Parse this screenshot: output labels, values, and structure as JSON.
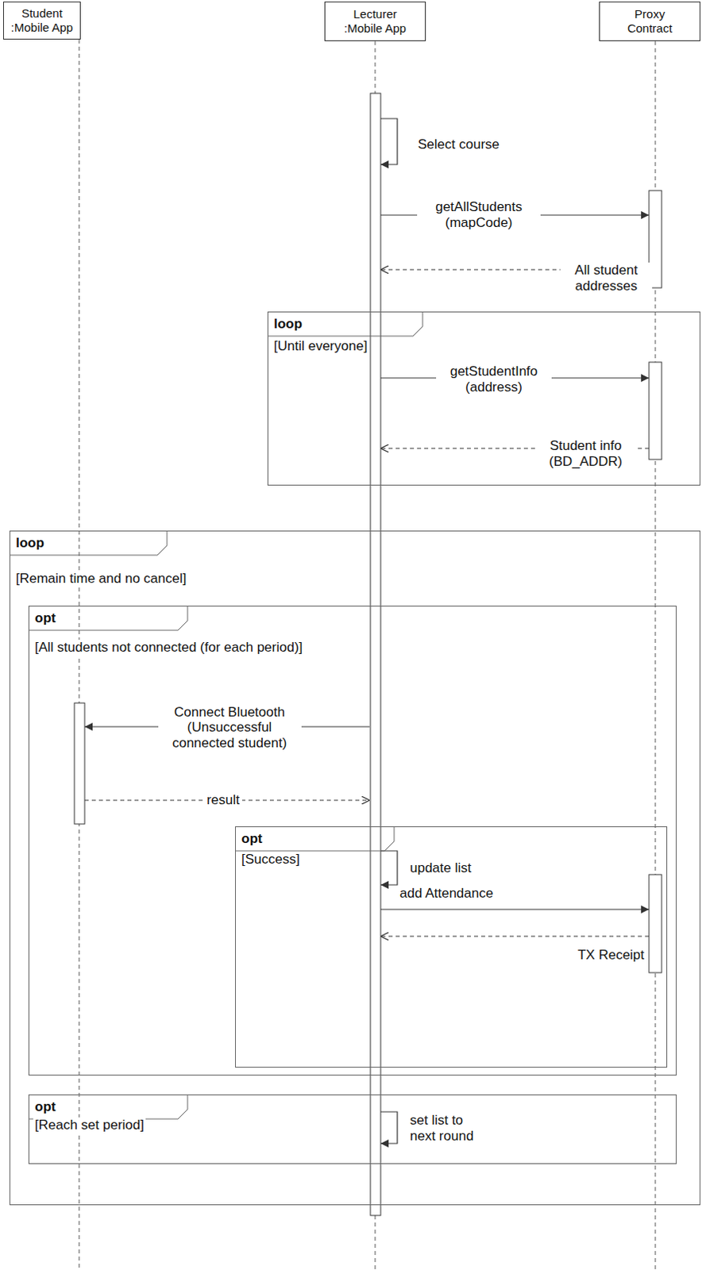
{
  "diagram": {
    "nodes": [
      {
        "text": [
          "Student :Mobile App"
        ]
      },
      {
        "text": [
          "Lecturer :Mobile App"
        ]
      },
      {
        "text": [
          "Proxy Contract"
        ]
      },
      {
        "text": [
          "loop",
          "[Until everyone]"
        ]
      },
      {
        "text": [
          "loop",
          "[Remain time and no cancel]"
        ]
      },
      {
        "text": [
          "opt",
          "[All students not connected (for each period)]"
        ],
        "in": 4
      },
      {
        "text": [
          "opt",
          "[Success]"
        ],
        "in": 5
      },
      {
        "text": [
          "opt",
          "[Reach set period]"
        ],
        "in": 4
      }
    ],
    "edges": [
      {
        "from": 1,
        "to": 1,
        "label": "Select course",
        "arrow": "to"
      },
      {
        "from": 1,
        "to": 2,
        "label": "getAllStudents (mapCode)",
        "arrow": "to"
      },
      {
        "from": 2,
        "to": 1,
        "label": "All student addresses",
        "arrow": "to"
      },
      {
        "from": 1,
        "to": 2,
        "label": "getStudentInfo (address)",
        "arrow": "to"
      },
      {
        "from": 2,
        "to": 1,
        "label": "Student info (BD_ADDR)",
        "arrow": "to"
      },
      {
        "from": 1,
        "to": 0,
        "label": "Connect Bluetooth (Unsuccessful connected student)",
        "arrow": "to"
      },
      {
        "from": 0,
        "to": 1,
        "label": "result",
        "arrow": "to"
      },
      {
        "from": 1,
        "to": 1,
        "label": "update list",
        "arrow": "to"
      },
      {
        "from": 1,
        "to": 2,
        "label": "add Attendance",
        "arrow": "to"
      },
      {
        "from": 2,
        "to": 1,
        "label": "TX Receipt",
        "arrow": "to"
      },
      {
        "from": 1,
        "to": 1,
        "label": "set list to next round",
        "arrow": "to"
      }
    ]
  }
}
